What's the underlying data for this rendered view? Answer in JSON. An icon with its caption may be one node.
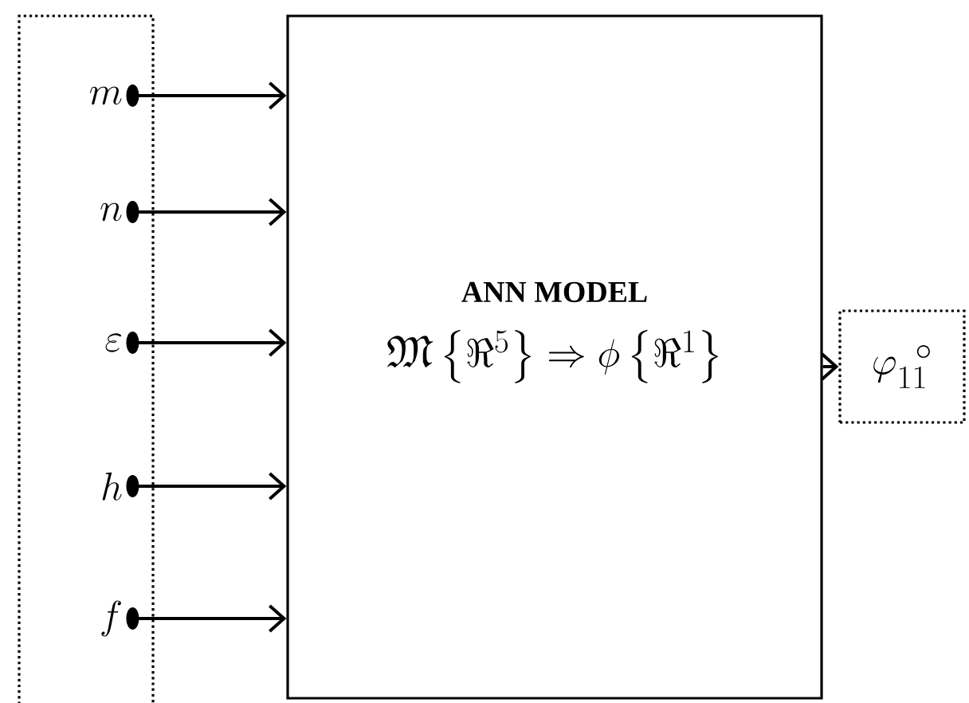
{
  "diagram": {
    "nodes": [
      {
        "text": [],
        "shape": "box"
      },
      {
        "text": [
          "m"
        ],
        "in": 0
      },
      {
        "text": [
          "n"
        ],
        "in": 0
      },
      {
        "text": [
          "\\varepsilon"
        ],
        "in": 0
      },
      {
        "text": [
          "h"
        ],
        "in": 0
      },
      {
        "text": [
          "f"
        ],
        "in": 0
      },
      {
        "text": [
          "ANN MODEL",
          "\\mathfrak{M}\\left\\{\\Re^{5}\\right\\}\\Rightarrow\\phi\\left\\{\\Re^{1}\\right\\}"
        ]
      },
      {
        "text": [
          "\\varphi_{11}^{\\;\\;\\circ}"
        ]
      }
    ],
    "edges": [
      {
        "from": 1,
        "to": 6,
        "arrow": "to"
      },
      {
        "from": 2,
        "to": 6,
        "arrow": "to"
      },
      {
        "from": 3,
        "to": 6,
        "arrow": "to"
      },
      {
        "from": 4,
        "to": 6,
        "arrow": "to"
      },
      {
        "from": 5,
        "to": 6,
        "arrow": "to"
      },
      {
        "from": 6,
        "to": 7,
        "arrow": "to"
      }
    ]
  }
}
